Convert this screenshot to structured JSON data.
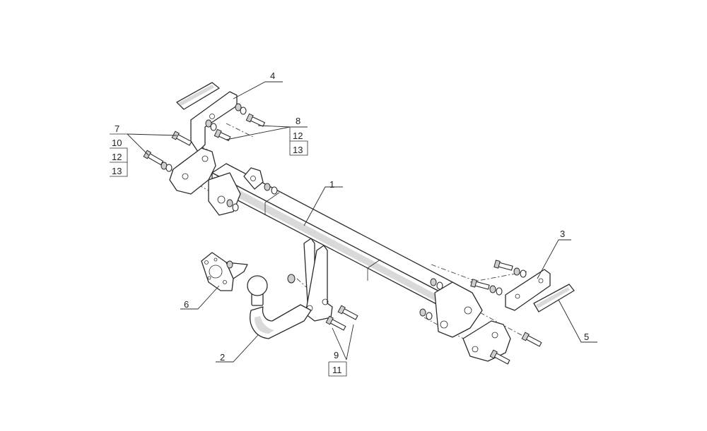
{
  "callouts": {
    "c1": "1",
    "c2": "2",
    "c3": "3",
    "c4": "4",
    "c5": "5",
    "c6": "6",
    "c7": "7",
    "c8": "8",
    "c9": "9",
    "left_stack": [
      "10",
      "12",
      "13"
    ],
    "right_stack": [
      "12",
      "13"
    ],
    "bottom_stack": [
      "11"
    ]
  }
}
